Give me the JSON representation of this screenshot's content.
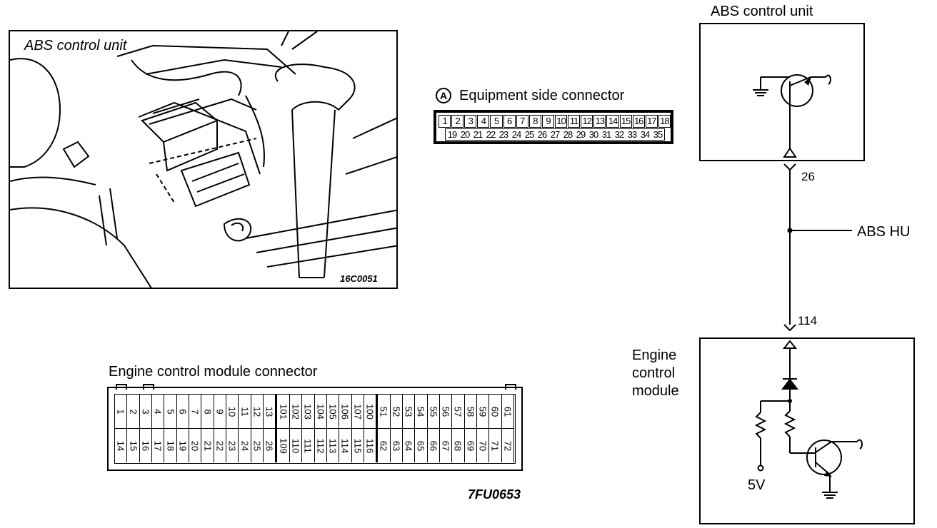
{
  "photo": {
    "label": "ABS control unit",
    "code": "16C0051"
  },
  "equipment_connector": {
    "marker": "A",
    "title": "Equipment side connector",
    "row1": [
      "1",
      "2",
      "3",
      "4",
      "5",
      "6",
      "7",
      "8",
      "9",
      "10",
      "11",
      "12",
      "13",
      "14",
      "15",
      "16",
      "17",
      "18"
    ],
    "row2": [
      "19",
      "20",
      "21",
      "22",
      "23",
      "24",
      "25",
      "26",
      "27",
      "28",
      "29",
      "30",
      "31",
      "32",
      "33",
      "34",
      "35"
    ]
  },
  "ecm_connector": {
    "title": "Engine control module connector",
    "code": "7FU0653",
    "top_row": [
      "1",
      "2",
      "3",
      "4",
      "5",
      "6",
      "7",
      "8",
      "9",
      "10",
      "11",
      "12",
      "13",
      "101",
      "102",
      "103",
      "104",
      "105",
      "106",
      "107",
      "100",
      "51",
      "52",
      "53",
      "54",
      "55",
      "56",
      "57",
      "58",
      "59",
      "60",
      "61"
    ],
    "bottom_row": [
      "14",
      "15",
      "16",
      "17",
      "18",
      "19",
      "20",
      "21",
      "22",
      "23",
      "24",
      "25",
      "26",
      "109",
      "110",
      "111",
      "112",
      "113",
      "114",
      "115",
      "116",
      "62",
      "63",
      "64",
      "65",
      "66",
      "67",
      "68",
      "69",
      "70",
      "71",
      "72"
    ]
  },
  "schematic": {
    "abs_unit_label": "ABS control unit",
    "pin_abs": "26",
    "abs_hu_label": "ABS HU",
    "pin_ecm": "114",
    "ecm_label_lines": [
      "Engine",
      "control",
      "module"
    ],
    "supply_label": "5V"
  }
}
